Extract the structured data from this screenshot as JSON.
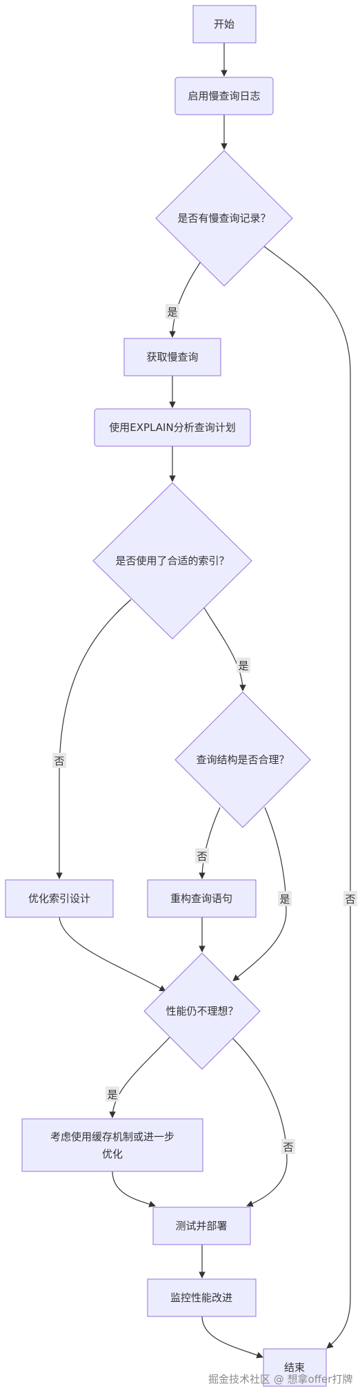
{
  "flowchart": {
    "nodes": {
      "start": "开始",
      "enable_log": "启用慢查询日志",
      "has_slow": "是否有慢查询记录？",
      "get_slow": "获取慢查询",
      "explain": "使用EXPLAIN分析查询计划",
      "right_index": "是否使用了合适的索引？",
      "structure_ok": "查询结构是否合理？",
      "optimize_index": "优化索引设计",
      "rewrite": "重构查询语句",
      "still_bad": "性能仍不理想？",
      "cache_line1": "考虑使用缓存机制或进一步",
      "cache_line2": "优化",
      "test_deploy": "测试并部署",
      "monitor": "监控性能改进",
      "end": "结束"
    },
    "edge_labels": {
      "has_slow_yes": "是",
      "has_slow_no": "否",
      "index_no": "否",
      "index_yes": "是",
      "structure_no": "否",
      "structure_yes": "是",
      "still_bad_yes": "是",
      "still_bad_no": "否"
    }
  },
  "watermark": "掘金技术社区 @ 想拿offer打牌",
  "colors": {
    "node_fill": "#ECECFF",
    "node_stroke": "#9370DB",
    "edge": "#333333",
    "label_bg": "#e8e8e8"
  }
}
